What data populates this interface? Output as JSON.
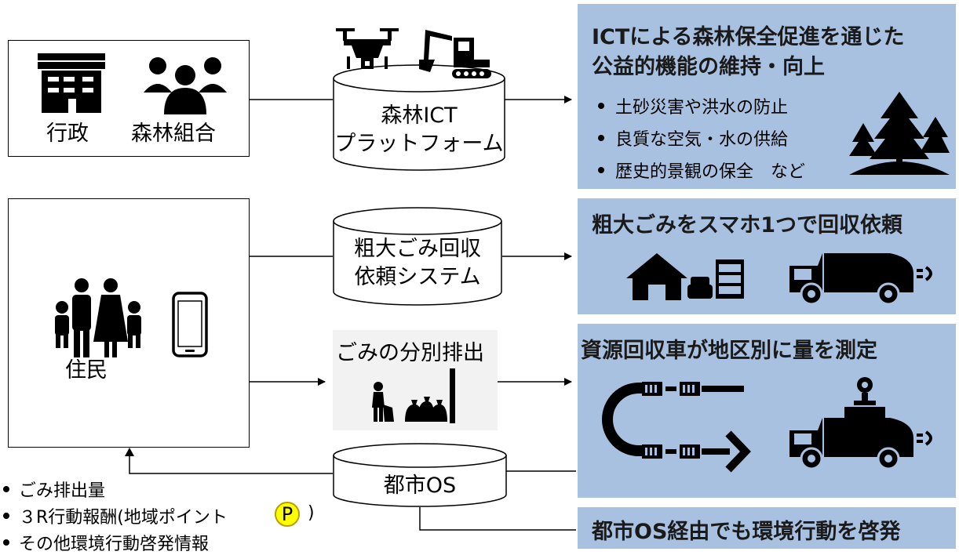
{
  "actors": {
    "gov_label": "行政",
    "forest_union_label": "森林組合",
    "resident_label": "住民"
  },
  "systems": {
    "forest_ict": [
      "森林ICT",
      "プラットフォーム"
    ],
    "bulky_waste": [
      "粗大ごみ回収",
      "依頼システム"
    ],
    "sorting": "ごみの分別排出",
    "city_os": "都市OS"
  },
  "panels": {
    "forest": {
      "title_lines": [
        "ICTによる森林保全促進を通じた",
        "公益的機能の維持・向上"
      ],
      "bullets": [
        "土砂災害や洪水の防止",
        "良質な空気・水の供給",
        "歴史的景観の保全　など"
      ]
    },
    "bulky": {
      "title": "粗大ごみをスマホ1つで回収依頼"
    },
    "resource": {
      "title": "資源回収車が地区別に量を測定"
    },
    "city_os": {
      "title": "都市OS経由でも環境行動を啓発"
    }
  },
  "feedback": {
    "items": [
      "ごみ排出量",
      "３R行動報酬(地域ポイント",
      "その他環境行動啓発情報"
    ],
    "point_badge": "P",
    "close_paren": ")"
  },
  "colors": {
    "panel_bg": "#a9c1e1",
    "sorting_bg": "#f2f2f2",
    "badge": "#ffff00"
  },
  "icons": [
    "building-icon",
    "people-icon",
    "drone-icon",
    "excavator-icon",
    "trees-icon",
    "family-icon",
    "smartphone-icon",
    "house-icon",
    "furniture-icon",
    "garbage-truck-icon",
    "person-with-bag-icon",
    "garbage-bags-icon",
    "sensor-truck-icon",
    "data-loop-icon"
  ]
}
